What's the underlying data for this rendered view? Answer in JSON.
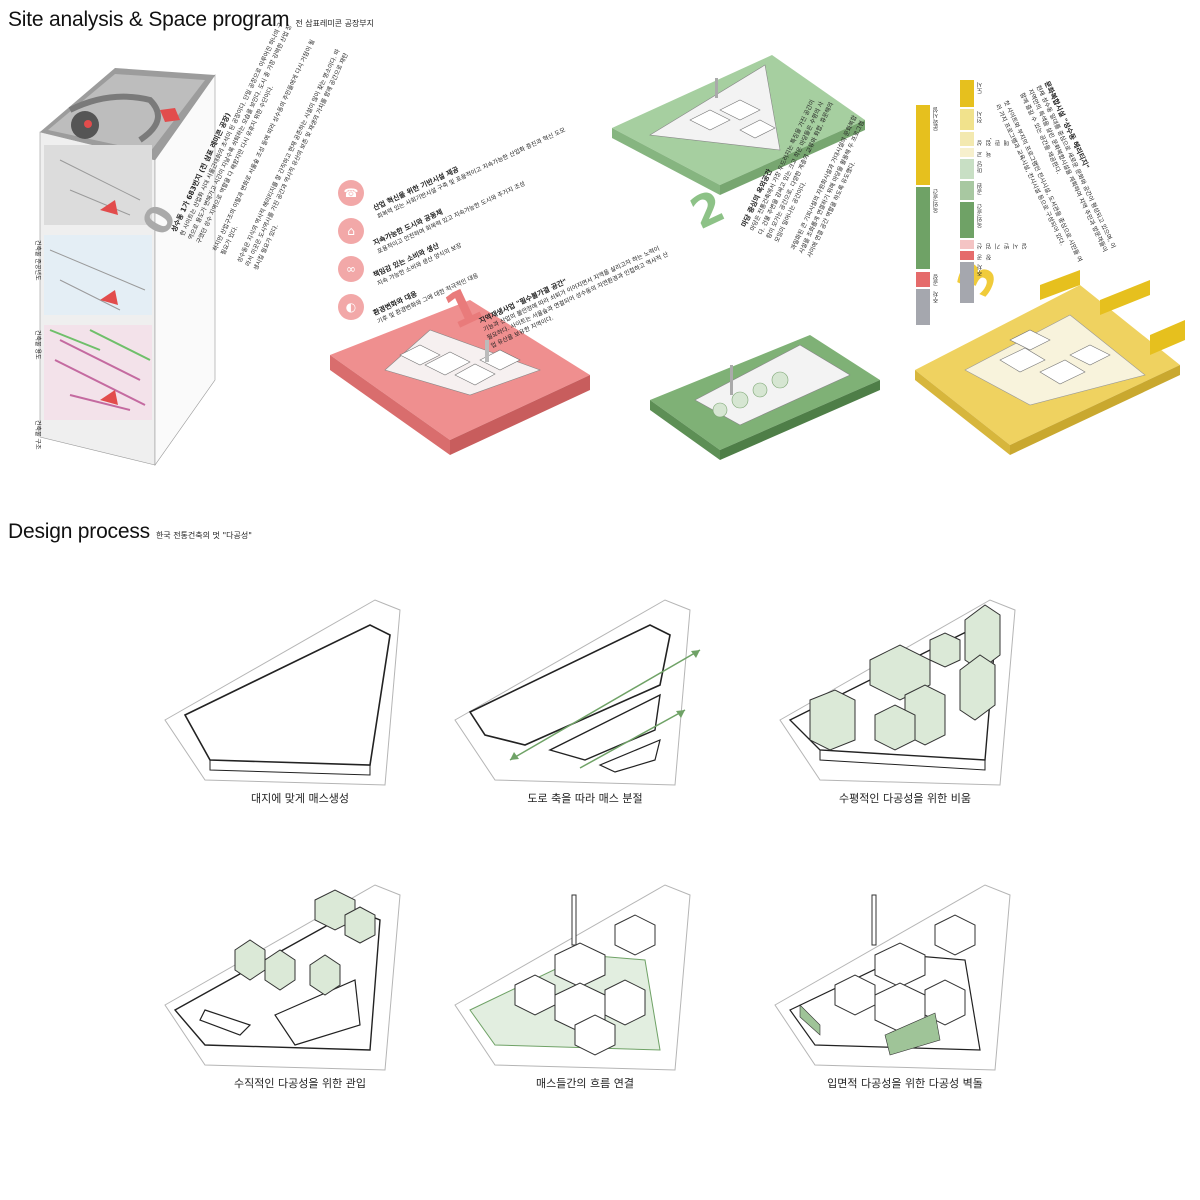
{
  "header": {
    "title": "Site analysis & Space program",
    "subtitle": "전 삼표레미콘 공장부지"
  },
  "site_block": {
    "number": "0",
    "heading": "성수동 1가 683번지 (전 삼표 레미콘 공장)",
    "paragraph1": "현 사이트는 산업화 시대 서울근대화의 초석이 된 공장이다. 단일 공장으로 이루어진 하나의 구역으로 용도가 변해가고 시간이 지날수록 쇠퇴하는 모습을 보인다. 도시 중 가장 강력한 산업 창구였던 성수 지역으로 역할을 다 해왔지만 다시 유휴지 위한 수단이다.",
    "paragraph2": "하지만 산업구조의 이탈과 변화로 서울숲 조성 등에 따라 성수동의 주민들에게 다시 거점이 될 필요가 있다.",
    "paragraph3": "성수동은 지식의 역사적 헤리티지를 잘 간직하고 현재 공존하는 시설이 많이 찾는 명소이다. 따라서 이곳은 도시역사를 가진 공간과 역사적 유산의 보존 및 재생의 가치를 함께 공간으로 재탄생시킬 필요가 있다.",
    "map_labels": [
      "건축물 준공년도",
      "건축물 용도",
      "건축물 구조"
    ]
  },
  "program1": {
    "number": "1",
    "heading": "지역재생사업 \"필수불가결 공간\"",
    "body": "기능과 산업의 불안정에 따라 쇠퇴가 이어지면서 지역을 살리고자 하는 노력이 필요하다. 사이트는 서울숲과 연결되어 성수동의 자연환경과 인접하고 역사적 산업 유산을 보유한 지역이다."
  },
  "goals": [
    {
      "icon": "☎",
      "title": "산업 혁신을 위한 기반시설 제공",
      "text": "회복력 있는 사회기반시설 구축 및 포용적이고 지속가능한 산업화 증진과 혁신 도모"
    },
    {
      "icon": "⌂",
      "title": "지속가능한 도시와 공동체",
      "text": "포용적이고 안전하며 회복력 있고 지속가능한 도시와 주거지 조성"
    },
    {
      "icon": "∞",
      "title": "책임감 있는 소비와 생산",
      "text": "지속 가능한 소비와 생산 양식의 보장"
    },
    {
      "icon": "◐",
      "title": "환경변화와 대응",
      "text": "기후 및 환경변화와 그에 대한 적극적인 대응"
    }
  ],
  "program2": {
    "number": "2",
    "heading": "마당 중심의 옥외공간",
    "body": "마당은 전통건축에서 가장 두드러지는 특징을 가진 공간이다. 건물 주변을 감싸고 있는 크고 작은 마당들은 수평의 사람이 모가는 공간으로, 다양한 계층의 교류와 화합, 휴문해의 모임이 일어나는 공간이다.",
    "body2": "과밀화된 큰 기피시설의 자원화시설과 거대시설의 문화복합시설을 조화롭게 연결하기 위해 마당을 활용해 두 프로그램 사이에 연결 공간 역할을 하도록 유도했다."
  },
  "program3": {
    "number": "3",
    "heading": "문화복합시설 \"성수동 헤리티지\"",
    "body": "현재 성수동 일대를 중심으로 새로운 문화와 공간이 형성되고 있으며, 이 지역만의 특색을 살린 문화복합시설을 계획하여 지역 주민과 방문객들이 함께 즐길 수 있는 공간을 제공한다.",
    "body2": "첫 사이트와 부지의 프로그램인 전시시설, 도서관을 중심으로 시민들 여러 가지 프로그램과 교육시설, 전시시설 등으로 구성되어 있다."
  },
  "program_bars": {
    "left": [
      {
        "label": "문화시설",
        "color": "#e6c01e",
        "ratio": 0.37
      },
      {
        "label": "옥외공간",
        "color": "#6fa266",
        "ratio": 0.38
      },
      {
        "label": "공장",
        "color": "#e56b6b",
        "ratio": 0.08
      },
      {
        "label": "주차",
        "color": "#a5a7ae",
        "ratio": 0.17
      }
    ],
    "right": [
      {
        "label": "도시",
        "color": "#e6c01e",
        "ratio": 0.13
      },
      {
        "label": "전시",
        "color": "#f1e28c",
        "ratio": 0.1
      },
      {
        "label": "상점, 판매",
        "color": "#f3e9b0",
        "ratio": 0.07
      },
      {
        "label": "교육",
        "color": "#f7f0cd",
        "ratio": 0.05
      },
      {
        "label": "마당",
        "color": "#c8dfc4",
        "ratio": 0.1
      },
      {
        "label": "공원",
        "color": "#a8c8a1",
        "ratio": 0.09
      },
      {
        "label": "옥외공간",
        "color": "#6fa266",
        "ratio": 0.17
      },
      {
        "label": "산업기반시설",
        "color": "#f4c4c4",
        "ratio": 0.05
      },
      {
        "label": "공장",
        "color": "#e56b6b",
        "ratio": 0.05
      },
      {
        "label": "주차",
        "color": "#a5a7ae",
        "ratio": 0.19
      }
    ]
  },
  "design": {
    "title": "Design process",
    "subtitle": "한국 전통건축의 멋 \"다공성\"",
    "steps": [
      "대지에 맞게 매스생성",
      "도로 축을 따라 매스 분절",
      "수평적인 다공성을 위한 비움",
      "수직적인 다공성을 위한 관입",
      "매스들간의 흐름 연결",
      "입면적 다공성을 위한 다공성 벽돌"
    ]
  },
  "colors": {
    "red": "#ef8f8f",
    "green": "#a6cfa0",
    "yellow": "#efd260",
    "green_dark": "#6fa266"
  }
}
